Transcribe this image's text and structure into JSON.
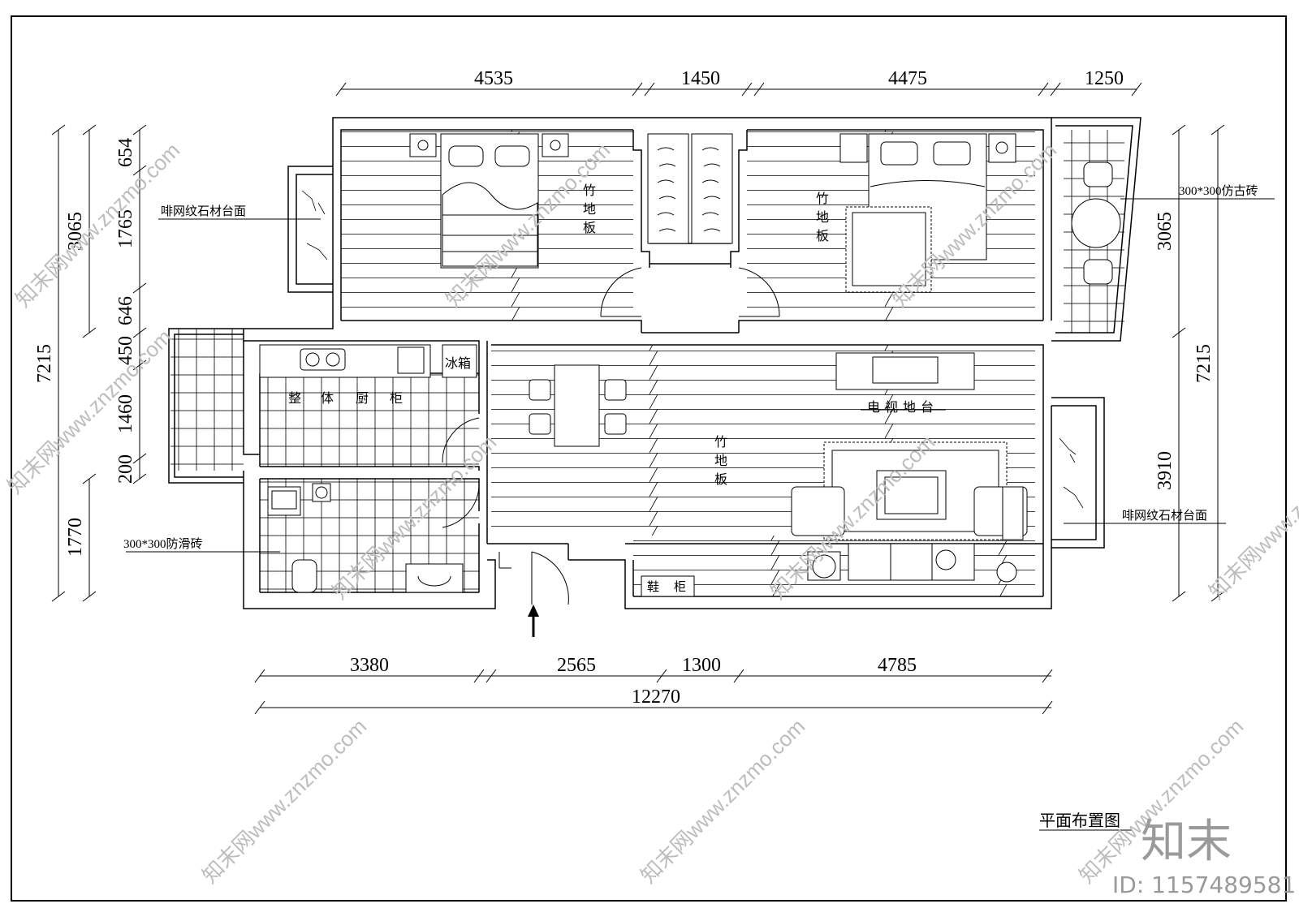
{
  "drawing": {
    "title": "平面布置图",
    "watermark_logo": "知末",
    "watermark_id": "ID: 1157489581",
    "watermark_text": "知末网www.znzmo.com"
  },
  "dimensions": {
    "top": [
      "4535",
      "1450",
      "4475",
      "1250"
    ],
    "bottom": [
      "3380",
      "2565",
      "1300",
      "4785"
    ],
    "bottom_total": "12270",
    "left_outer": "7215",
    "left_mid": [
      "3065",
      "1770"
    ],
    "left_inner": [
      "654",
      "1765",
      "646",
      "450",
      "1460",
      "200"
    ],
    "right_outer": "7215",
    "right_inner": [
      "3065",
      "3910"
    ]
  },
  "labels": {
    "stone_counter_left": "啡网纹石材台面",
    "stone_counter_right": "啡网纹石材台面",
    "antique_tile": "300*300仿古砖",
    "antislip_tile": "300*300防滑砖",
    "fridge": "冰箱",
    "kitchen_cabinet": [
      "整",
      "体",
      "厨",
      "柜"
    ],
    "tv_stand": "电视地台",
    "shoe_cabinet": [
      "鞋",
      "柜"
    ],
    "bamboo_floor": [
      "竹",
      "地",
      "板"
    ]
  }
}
